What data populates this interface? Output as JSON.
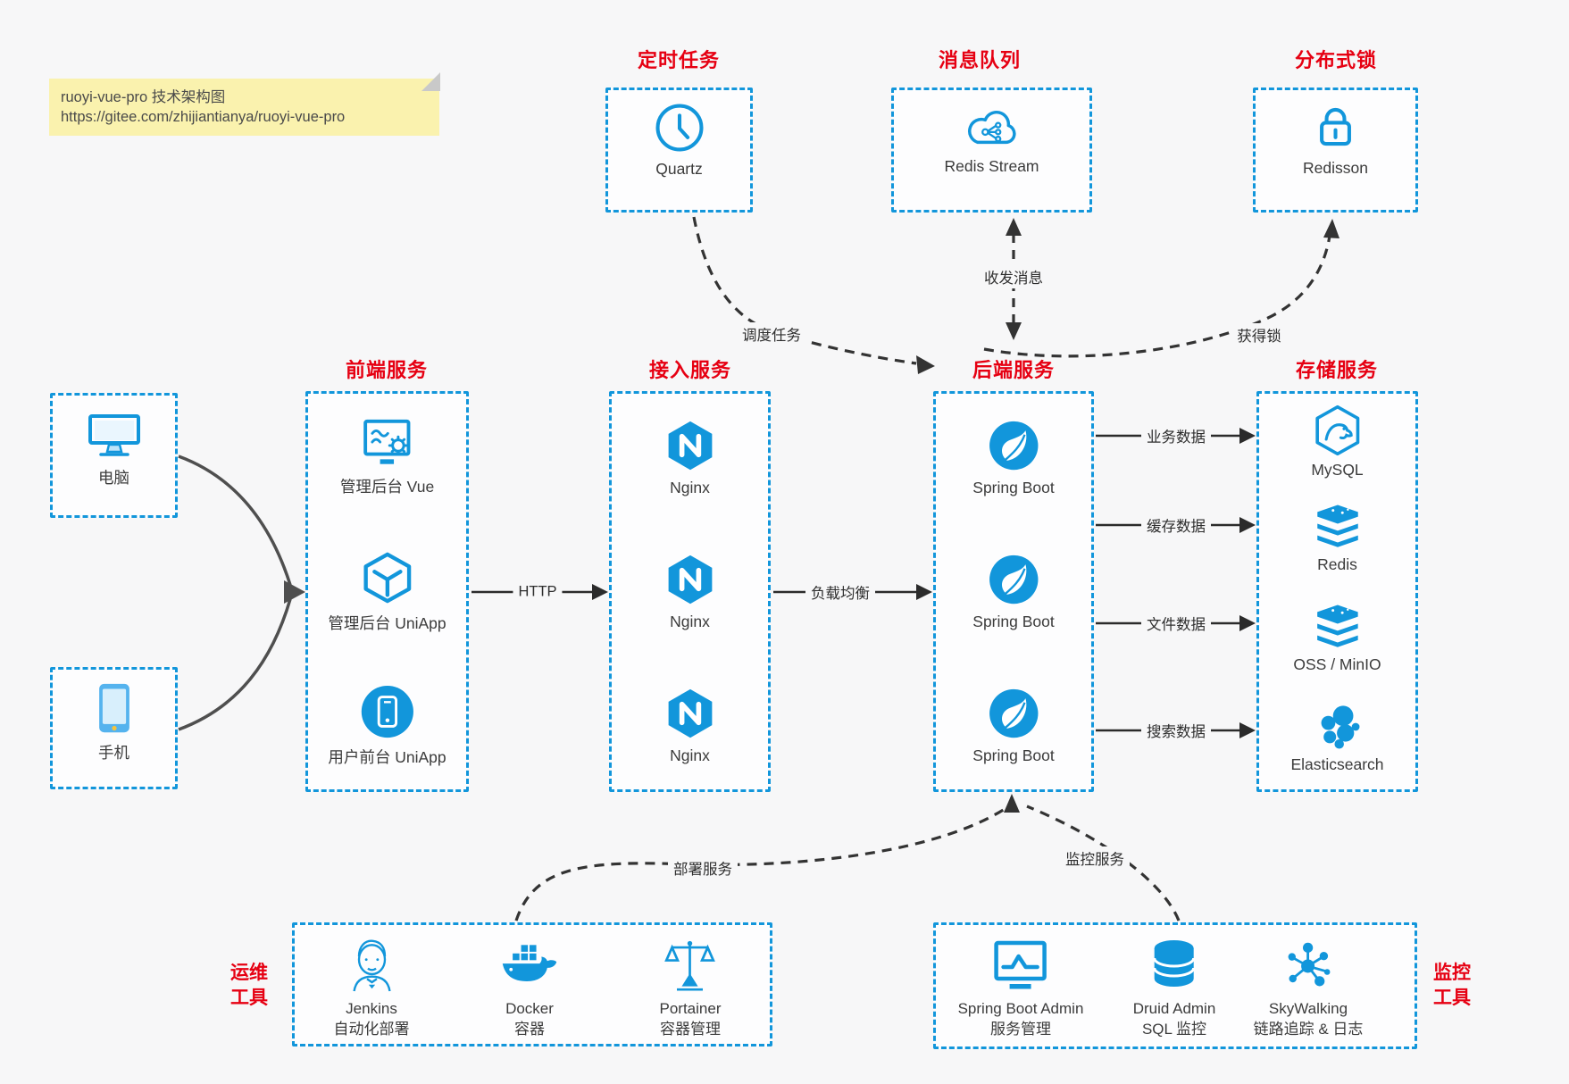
{
  "colors": {
    "accent_blue": "#1296db",
    "accent_red": "#e60012",
    "wire_dark": "#333333",
    "wire_gray": "#4f4f4f",
    "note_bg": "#faf2ae",
    "canvas_bg": "#f7f7f8"
  },
  "note": {
    "line1": "ruoyi-vue-pro 技术架构图",
    "line2": "https://gitee.com/zhijiantianya/ruoyi-vue-pro"
  },
  "top_sections": [
    {
      "title": "定时任务",
      "item": "Quartz"
    },
    {
      "title": "消息队列",
      "item": "Redis Stream"
    },
    {
      "title": "分布式锁",
      "item": "Redisson"
    }
  ],
  "clients": [
    {
      "label": "电脑"
    },
    {
      "label": "手机"
    }
  ],
  "columns": {
    "frontend": {
      "title": "前端服务",
      "items": [
        "管理后台 Vue",
        "管理后台 UniApp",
        "用户前台 UniApp"
      ]
    },
    "gateway": {
      "title": "接入服务",
      "items": [
        "Nginx",
        "Nginx",
        "Nginx"
      ]
    },
    "backend": {
      "title": "后端服务",
      "items": [
        "Spring Boot",
        "Spring Boot",
        "Spring Boot"
      ]
    },
    "storage": {
      "title": "存储服务",
      "items": [
        "MySQL",
        "Redis",
        "OSS / MinIO",
        "Elasticsearch"
      ]
    }
  },
  "ops_tools": {
    "side_label": [
      "运维",
      "工具"
    ],
    "items": [
      {
        "name": "Jenkins",
        "desc": "自动化部署"
      },
      {
        "name": "Docker",
        "desc": "容器"
      },
      {
        "name": "Portainer",
        "desc": "容器管理"
      }
    ]
  },
  "monitor_tools": {
    "side_label": [
      "监控",
      "工具"
    ],
    "items": [
      {
        "name": "Spring Boot Admin",
        "desc": "服务管理"
      },
      {
        "name": "Druid Admin",
        "desc": "SQL 监控"
      },
      {
        "name": "SkyWalking",
        "desc": "链路追踪 & 日志"
      }
    ]
  },
  "edge_labels": {
    "http": "HTTP",
    "load_balance": "负载均衡",
    "schedule_job": "调度任务",
    "send_receive_message": "收发消息",
    "acquire_lock": "获得锁",
    "business_data": "业务数据",
    "cache_data": "缓存数据",
    "file_data": "文件数据",
    "search_data": "搜索数据",
    "deploy_service": "部署服务",
    "monitor_service": "监控服务"
  }
}
